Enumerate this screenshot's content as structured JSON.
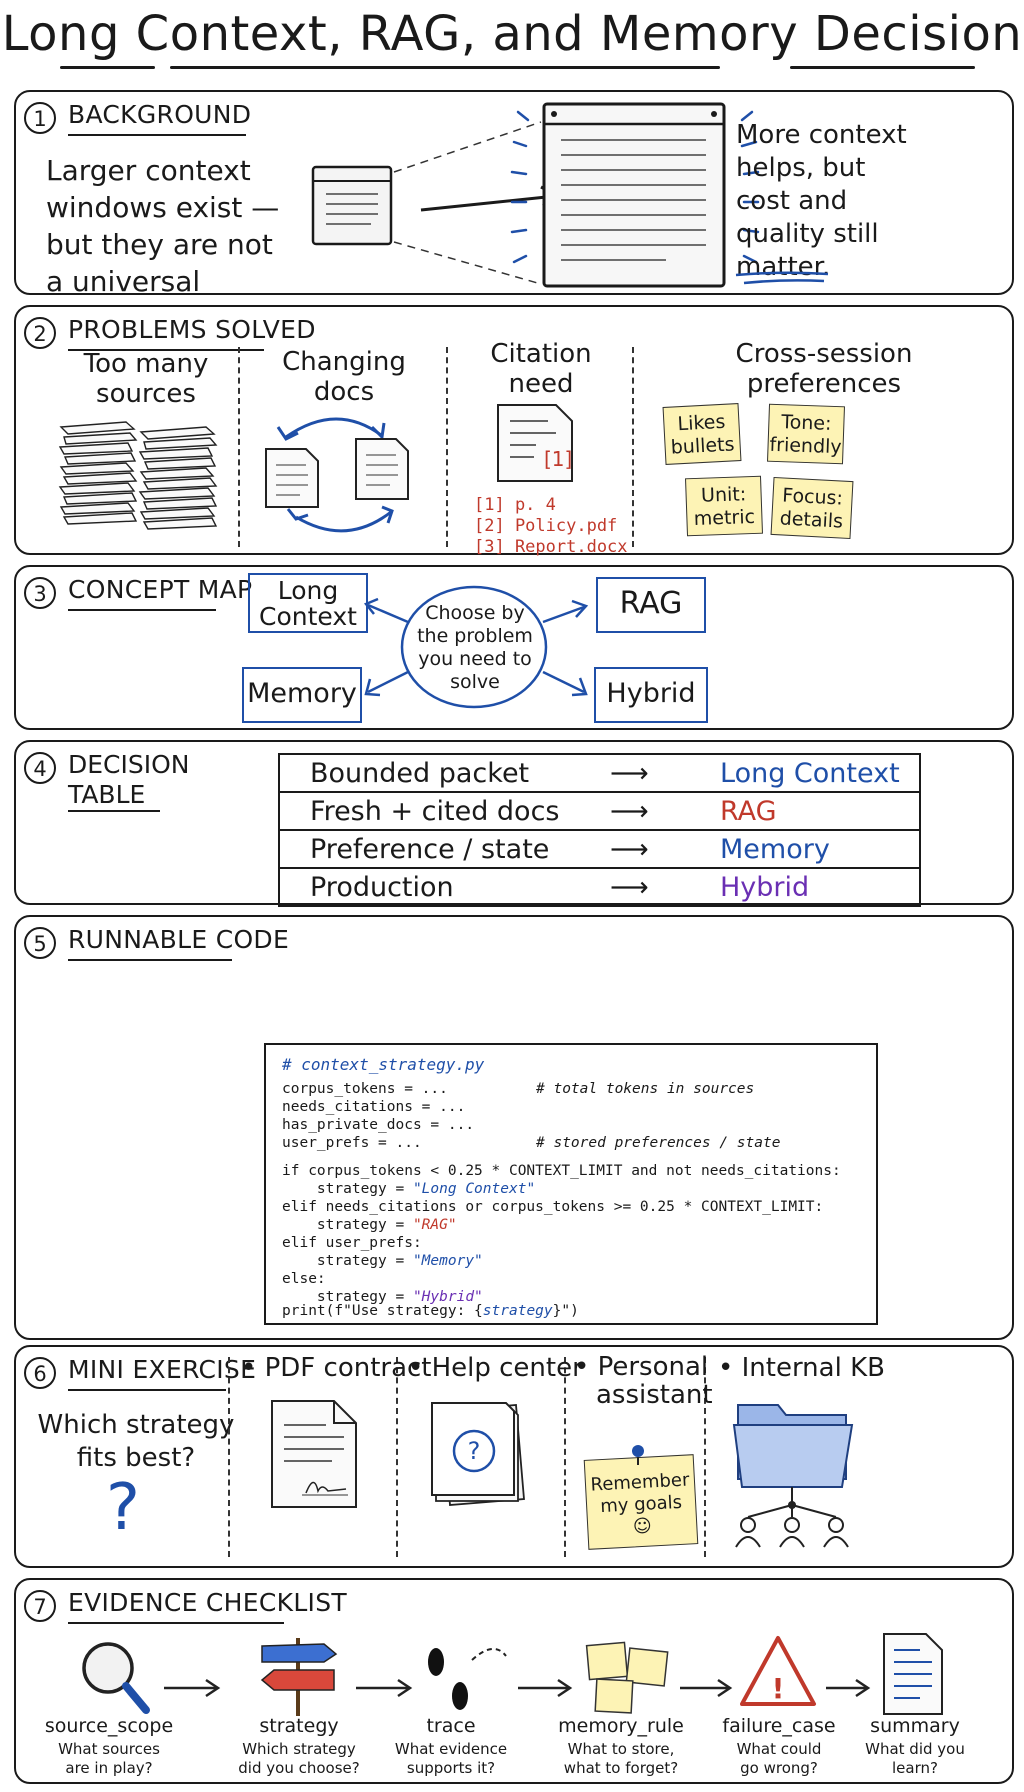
{
  "title": "Long Context, RAG, and Memory Decision",
  "background": {
    "number": "1",
    "heading": "BACKGROUND",
    "left_lines": [
      "Larger context",
      "windows exist —",
      "but they are not",
      "a universal answer."
    ],
    "right_lines": [
      "More context",
      "helps, but",
      "cost and",
      "quality still",
      "matter."
    ]
  },
  "problems": {
    "number": "2",
    "heading": "PROBLEMS SOLVED",
    "col1": [
      "Too many",
      "sources"
    ],
    "col2": [
      "Changing",
      "docs"
    ],
    "col3": [
      "Citation",
      "need"
    ],
    "col3_mark": "[1]",
    "citations": [
      "[1]  p. 4",
      "[2]  Policy.pdf",
      "[3]  Report.docx"
    ],
    "col4": [
      "Cross-session",
      "preferences"
    ],
    "notes": [
      [
        "Likes",
        "bullets"
      ],
      [
        "Tone:",
        "friendly"
      ],
      [
        "Unit:",
        "metric"
      ],
      [
        "Focus:",
        "details"
      ]
    ]
  },
  "concept": {
    "number": "3",
    "heading": "CONCEPT MAP",
    "center": [
      "Choose by",
      "the problem",
      "you need to",
      "solve"
    ],
    "boxes": [
      [
        "Long",
        "Context"
      ],
      [
        "RAG"
      ],
      [
        "Memory"
      ],
      [
        "Hybrid"
      ]
    ]
  },
  "decision": {
    "number": "4",
    "heading": [
      "DECISION",
      "TABLE"
    ],
    "arrow": "⟶",
    "rows": [
      {
        "cond": "Bounded packet",
        "result": "Long Context",
        "color": "#1f4fa8"
      },
      {
        "cond": "Fresh + cited docs",
        "result": "RAG",
        "color": "#c0392b"
      },
      {
        "cond": "Preference / state",
        "result": "Memory",
        "color": "#1f4fa8"
      },
      {
        "cond": "Production",
        "result": "Hybrid",
        "color": "#6a2fb3"
      }
    ]
  },
  "code": {
    "number": "5",
    "heading": "RUNNABLE CODE",
    "comment_file": "# context_strategy.py",
    "l1": "corpus_tokens = ...",
    "c1": "# total tokens in sources",
    "l2": "needs_citations = ...",
    "l3": "has_private_docs = ...",
    "l4": "user_prefs = ...",
    "c4": "# stored preferences / state",
    "l5": "if corpus_tokens < 0.25 * CONTEXT_LIMIT and not needs_citations:",
    "l6a": "    strategy = ",
    "l6b": "\"Long Context\"",
    "l7": "elif needs_citations or corpus_tokens >= 0.25 * CONTEXT_LIMIT:",
    "l8a": "    strategy = ",
    "l8b": "\"RAG\"",
    "l9": "elif user_prefs:",
    "l10a": "    strategy = ",
    "l10b": "\"Memory\"",
    "l11": "else:",
    "l12a": "    strategy = ",
    "l12b": "\"Hybrid\"",
    "l13a": "print(f\"Use strategy: {",
    "l13b": "strategy",
    "l13c": "}\")"
  },
  "exercise": {
    "number": "6",
    "heading": "MINI EXERCISE",
    "question": [
      "Which strategy",
      "fits best?"
    ],
    "qmark": "?",
    "items": [
      [
        "• PDF contract"
      ],
      [
        "• Help center"
      ],
      [
        "• Personal",
        "assistant"
      ],
      [
        "• Internal KB"
      ]
    ],
    "note": [
      "Remember",
      "my goals"
    ],
    "smile": "☺"
  },
  "evidence": {
    "number": "7",
    "heading": "EVIDENCE CHECKLIST",
    "items": [
      {
        "label": "source_scope",
        "q": [
          "What sources",
          "are in play?"
        ]
      },
      {
        "label": "strategy",
        "q": [
          "Which strategy",
          "did you choose?"
        ]
      },
      {
        "label": "trace",
        "q": [
          "What evidence",
          "supports it?"
        ]
      },
      {
        "label": "memory_rule",
        "q": [
          "What to store,",
          "what to forget?"
        ]
      },
      {
        "label": "failure_case",
        "q": [
          "What could",
          "go wrong?"
        ]
      },
      {
        "label": "summary",
        "q": [
          "What did you",
          "learn?"
        ]
      }
    ],
    "alert": "!"
  }
}
